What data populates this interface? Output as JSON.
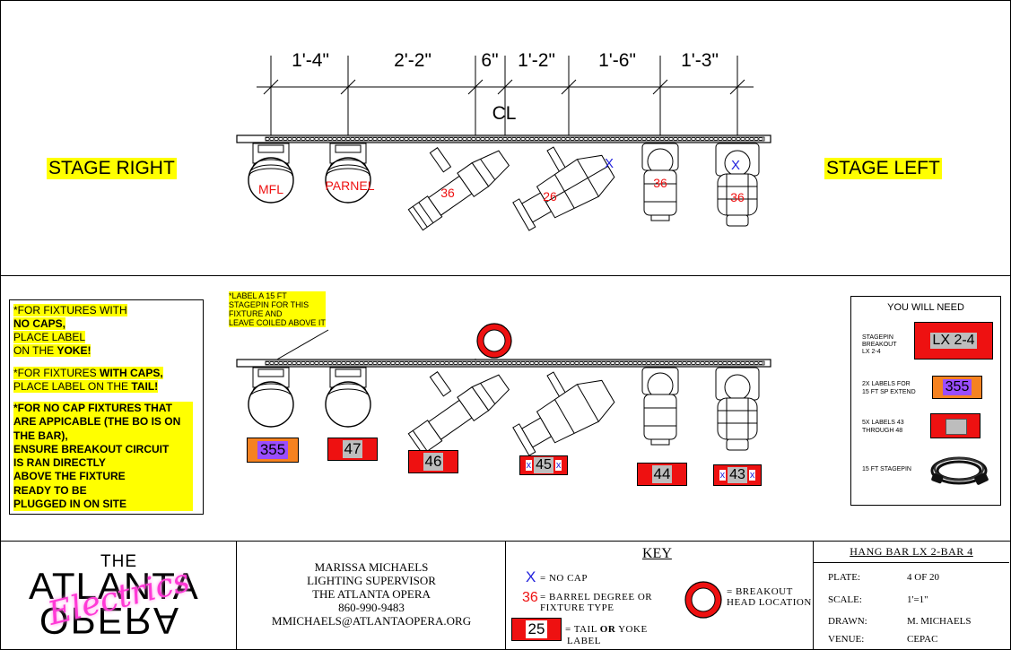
{
  "top": {
    "dimensions": [
      "1'-4\"",
      "2'-2\"",
      "6\"",
      "1'-2\"",
      "1'-6\"",
      "1'-3\""
    ],
    "cl_label": "CL",
    "stage_right": "STAGE RIGHT",
    "stage_left": "STAGE LEFT",
    "fixture_labels": [
      "MFL",
      "PARNEL",
      "36",
      "26",
      "36",
      "36"
    ],
    "no_cap_marks": [
      "X",
      "X"
    ]
  },
  "middle": {
    "callout": [
      "*LABEL A 15 FT",
      "STAGEPIN FOR THIS",
      "FIXTURE AND",
      "LEAVE COILED ABOVE IT"
    ],
    "notes": {
      "p1": [
        "*FOR FIXTURES WITH",
        "NO CAPS,",
        "PLACE LABEL",
        "ON THE ",
        "YOKE!"
      ],
      "p2": [
        "*FOR FIXTURES ",
        "WITH CAPS,",
        "PLACE LABEL ON THE ",
        "TAIL!"
      ],
      "p3": [
        "*FOR NO CAP FIXTURES THAT",
        "ARE APPICABLE (THE BO IS ON",
        "THE BAR),",
        "ENSURE BREAKOUT CIRCUIT",
        "IS RAN DIRECTLY",
        "ABOVE THE FIXTURE",
        "READY TO BE",
        "PLUGGED IN ON SITE"
      ]
    },
    "channel_labels": [
      "355",
      "47",
      "46",
      "45",
      "44",
      "43"
    ],
    "x_mark": "x"
  },
  "you_will_need": {
    "title": "YOU WILL NEED",
    "items": [
      {
        "text": [
          "STAGEPIN",
          "BREAKOUT",
          "LX 2-4"
        ],
        "swatch": "LX 2-4"
      },
      {
        "text": [
          "2X LABELS FOR",
          "15 FT SP EXTEND"
        ],
        "swatch": "355"
      },
      {
        "text": [
          "5X LABELS 43",
          "THROUGH 48"
        ],
        "swatch": ""
      },
      {
        "text": [
          "15 FT STAGEPIN"
        ],
        "swatch": ""
      }
    ]
  },
  "logo": {
    "the": "THE",
    "atlanta": "ATLANTA",
    "opera": "OPERA",
    "script": "Electrics"
  },
  "contact": [
    "MARISSA MICHAELS",
    "LIGHTING SUPERVISOR",
    "THE ATLANTA OPERA",
    "860-990-9483",
    "MMICHAELS@ATLANTAOPERA.ORG"
  ],
  "key": {
    "title": "KEY",
    "no_cap_symbol": "X",
    "no_cap_text": "= NO CAP",
    "barrel_symbol": "36",
    "barrel_text": [
      "= BARREL DEGREE OR",
      "FIXTURE TYPE"
    ],
    "label_symbol": "25",
    "label_text": [
      "= TAIL ",
      "OR",
      " YOKE",
      "LABEL"
    ],
    "breakout_text": [
      "= BREAKOUT",
      "HEAD LOCATION"
    ]
  },
  "title_block": {
    "title": "HANG BAR LX 2-BAR 4",
    "rows": [
      {
        "k": "PLATE:",
        "v": "4 OF 20"
      },
      {
        "k": "SCALE:",
        "v": "1'=1\""
      },
      {
        "k": "DRAWN:",
        "v": "M. MICHAELS"
      },
      {
        "k": "VENUE:",
        "v": "CEPAC"
      }
    ]
  },
  "colors": {
    "label_red": "#ee1111",
    "label_gray": "#bdbdbd",
    "label_orange": "#f58220",
    "label_purple": "#9a4dff",
    "highlight": "#ffff00",
    "no_cap_blue": "#2222dd",
    "logo_pink": "#ff3ad6"
  }
}
